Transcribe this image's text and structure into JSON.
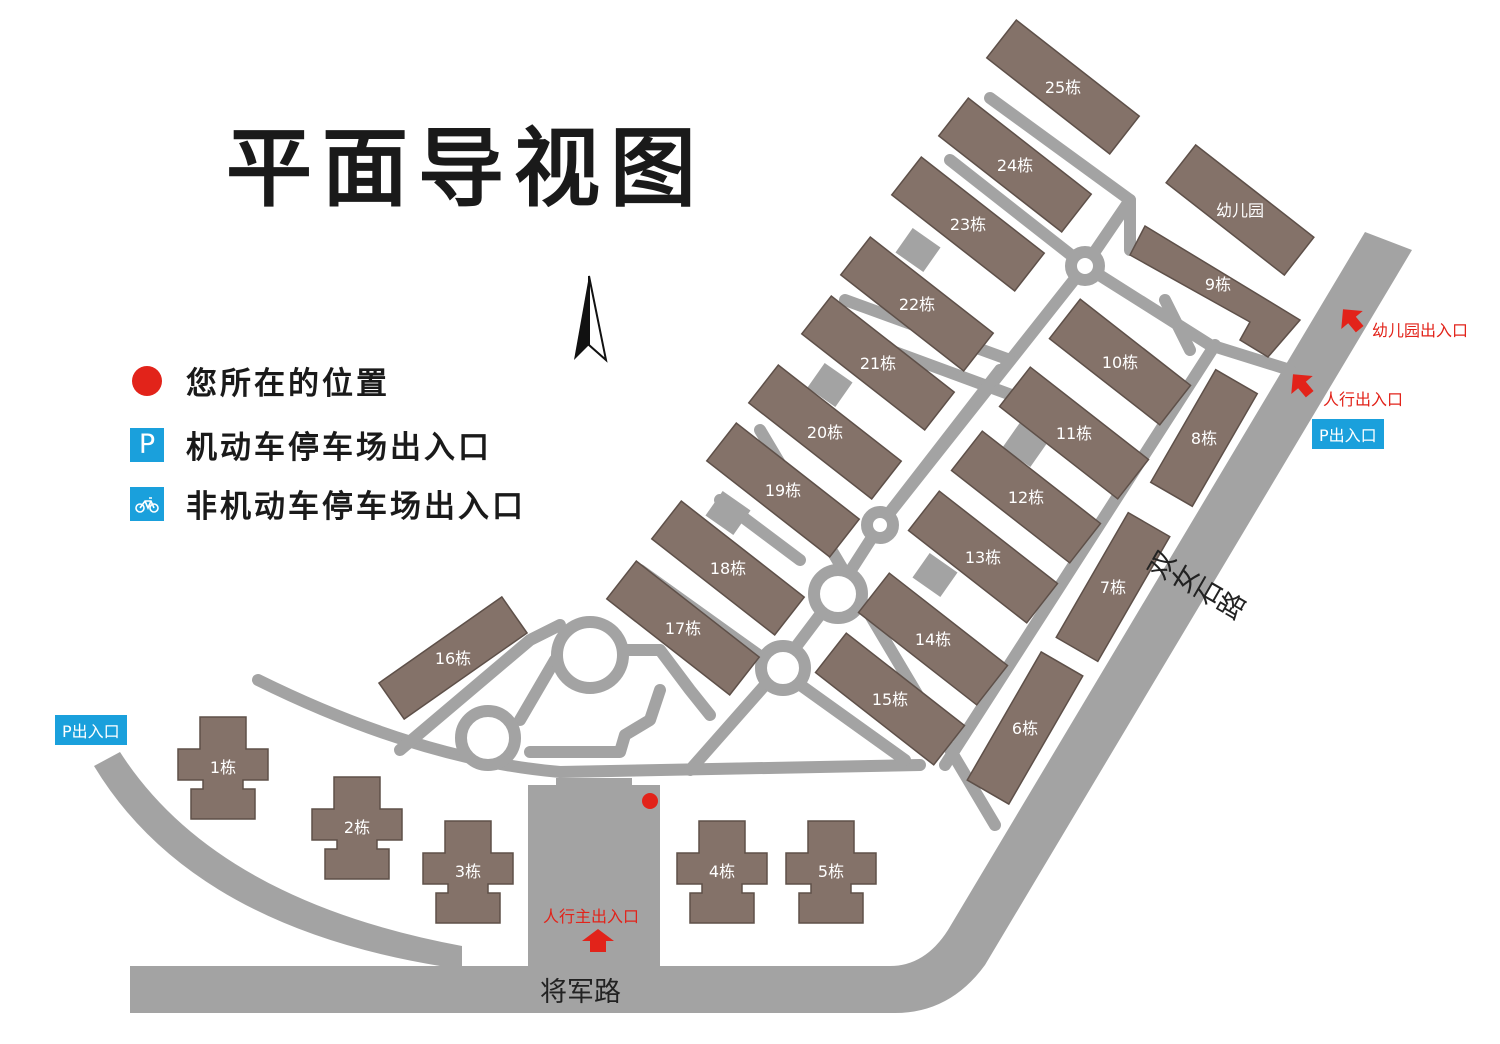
{
  "title": "平面导视图",
  "legend": {
    "you_are_here": "您所在的位置",
    "car_parking": "机动车停车场出入口",
    "bike_parking": "非机动车停车场出入口",
    "parking_symbol": "P"
  },
  "roads": {
    "jiangjun": "将军路",
    "shuangnvshi": "双女石路"
  },
  "entrances": {
    "main_pedestrian": "人行主出入口",
    "pedestrian": "人行出入口",
    "kindergarten": "幼儿园出入口",
    "p_east": "P出入口",
    "p_west": "P出入口"
  },
  "buildings": [
    "1栋",
    "2栋",
    "3栋",
    "4栋",
    "5栋",
    "6栋",
    "7栋",
    "8栋",
    "9栋",
    "10栋",
    "11栋",
    "12栋",
    "13栋",
    "14栋",
    "15栋",
    "16栋",
    "17栋",
    "18栋",
    "19栋",
    "20栋",
    "21栋",
    "22栋",
    "23栋",
    "24栋",
    "25栋",
    "幼儿园"
  ],
  "colors": {
    "building": "#847269",
    "road": "#a3a3a3",
    "marker": "#e2231a",
    "badge": "#1aa0dc",
    "title": "#1a1a1a"
  },
  "icons": [
    "north-arrow-icon",
    "location-dot-icon",
    "parking-icon",
    "bicycle-icon",
    "entrance-arrow-icon"
  ]
}
